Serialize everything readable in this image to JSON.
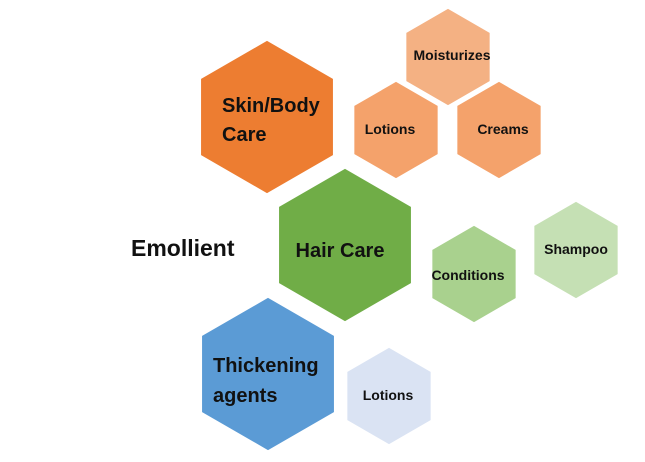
{
  "diagram": {
    "title": "Emollient",
    "hexagons": {
      "skin_body_care": {
        "label_line1": "Skin/Body",
        "label_line2": "Care",
        "color": "#ED7D31"
      },
      "moisturizes": {
        "label": "Moisturizes",
        "color": "#F4B183"
      },
      "lotions_skin": {
        "label": "Lotions",
        "color": "#F4A26B"
      },
      "creams": {
        "label": "Creams",
        "color": "#F4A26B"
      },
      "hair_care": {
        "label": "Hair Care",
        "color": "#70AD47"
      },
      "conditions": {
        "label": "Conditions",
        "color": "#A9D18E"
      },
      "shampoo": {
        "label": "Shampoo",
        "color": "#C5E0B4"
      },
      "thickening_agents": {
        "label_line1": "Thickening",
        "label_line2": "agents",
        "color": "#5B9BD5"
      },
      "lotions_thickening": {
        "label": "Lotions",
        "color": "#DAE3F3"
      }
    }
  }
}
